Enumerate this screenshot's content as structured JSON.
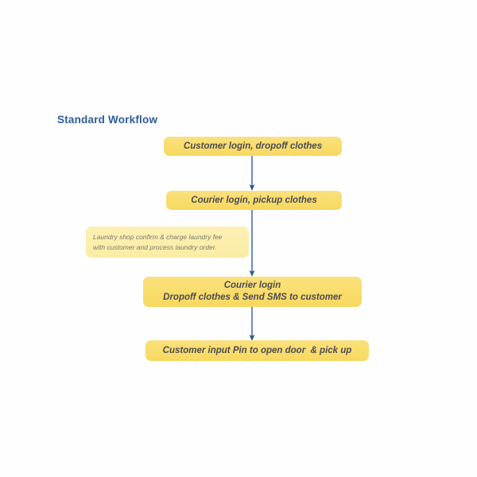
{
  "page": {
    "title": "Standard Workflow",
    "background_color": "#fefefe",
    "title_color": "#2e5c9a"
  },
  "theme": {
    "box_fill": "#f9dd6e",
    "box_fill_light": "#fbe17f",
    "note_fill": "#fbeca4",
    "box_text_color": "#4c4c54",
    "note_text_color": "#7a7a70",
    "arrow_color": "#4a6fa8"
  },
  "flow": {
    "steps": [
      {
        "id": "step-1",
        "name": "customer-dropoff",
        "lines": [
          "Customer login, dropoff clothes"
        ]
      },
      {
        "id": "step-2",
        "name": "courier-pickup",
        "lines": [
          "Courier login, pickup clothes"
        ]
      },
      {
        "id": "step-3",
        "name": "courier-dropoff-sms",
        "lines": [
          "Courier login",
          "Dropoff clothes & Send SMS to customer"
        ]
      },
      {
        "id": "step-4",
        "name": "customer-pin-pickup",
        "lines": [
          "Customer input Pin to open door  & pick up"
        ]
      }
    ],
    "note": {
      "id": "note-laundry",
      "name": "laundry-shop-note",
      "lines": [
        "Laundry shop confirm & charge laundry fee",
        "with customer and process laundry order."
      ]
    },
    "connectors": [
      {
        "id": "arrow-1",
        "from": "step-1",
        "to": "step-2",
        "direction": "down"
      },
      {
        "id": "arrow-2",
        "from": "step-2",
        "to": "step-3",
        "direction": "down"
      },
      {
        "id": "arrow-3",
        "from": "step-3",
        "to": "step-4",
        "direction": "down"
      }
    ]
  }
}
